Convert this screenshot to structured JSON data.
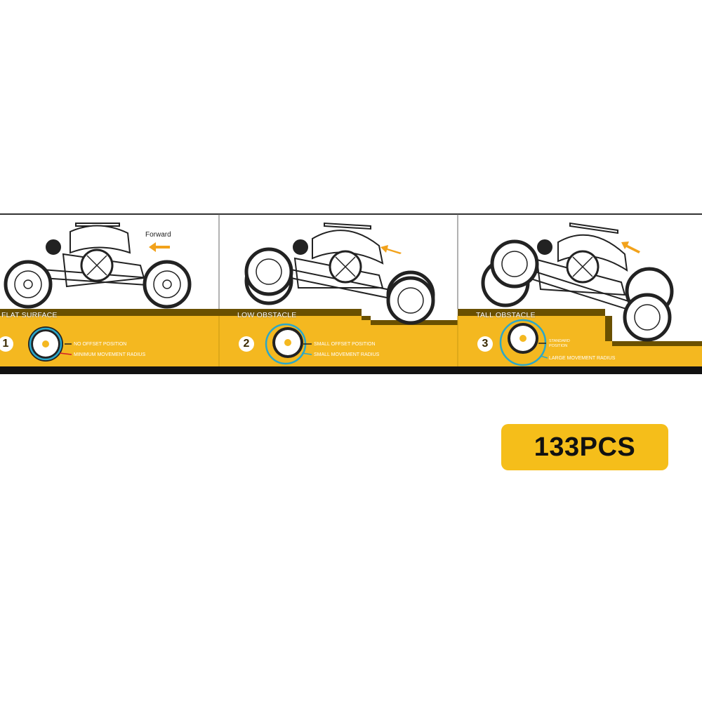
{
  "forward_label": "Forward",
  "panels": [
    {
      "number": "1",
      "title": "FLAT SURFACE",
      "note1": "NO OFFSET POSITION",
      "note2": "MINIMUM MOVEMENT RADIUS"
    },
    {
      "number": "2",
      "title": "LOW OBSTACLE",
      "note1": "SMALL OFFSET POSITION",
      "note2": "SMALL MOVEMENT RADIUS"
    },
    {
      "number": "3",
      "title": "TALL OBSTACLE",
      "note1a": "STANDARD",
      "note1b": "POSITION",
      "note2": "LARGE MOVEMENT RADIUS"
    }
  ],
  "badge": {
    "text": "133PCS"
  },
  "colors": {
    "yellow": "#f4b820",
    "brown": "#6a5000",
    "border": "#222222",
    "accent_blue": "#2aa7c9",
    "arrow": "#f2a21b"
  }
}
